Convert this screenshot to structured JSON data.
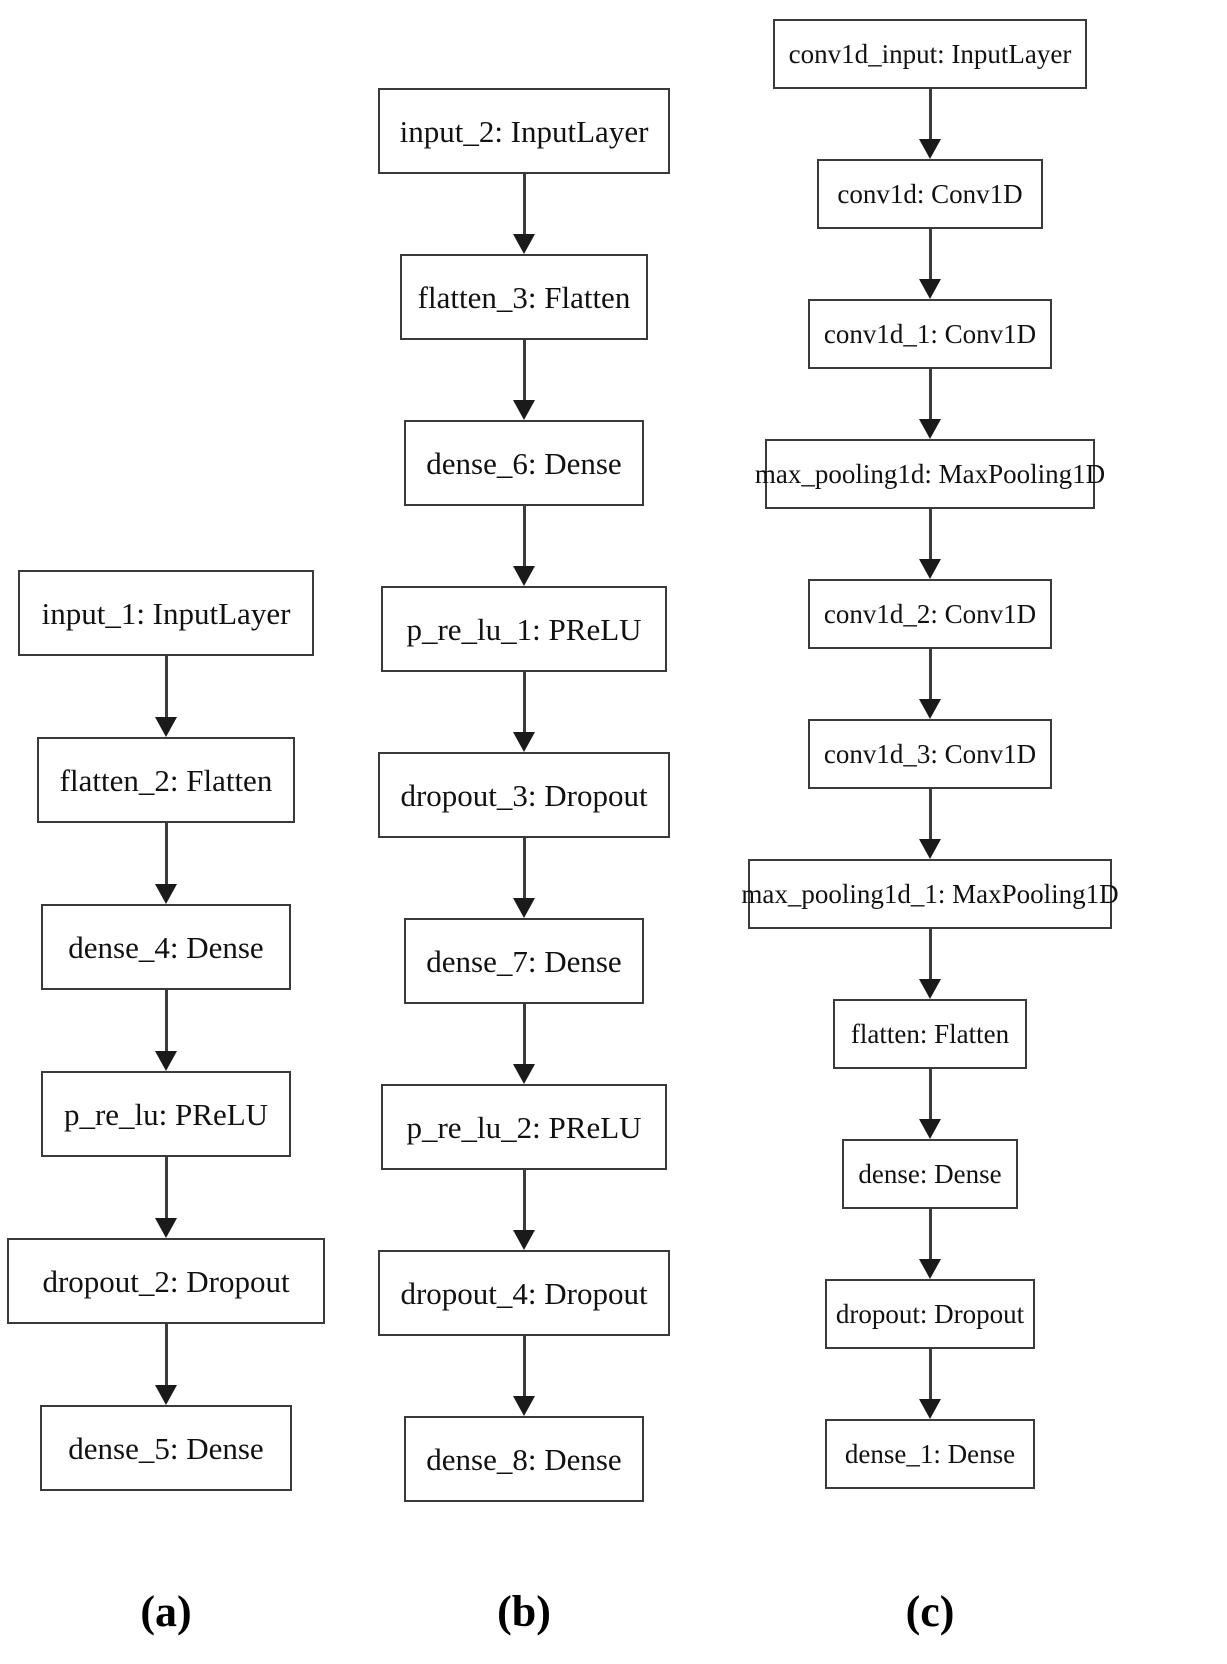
{
  "figure": {
    "type": "neural-network-architecture-diagram",
    "panel_count": 3,
    "background_color": "#ffffff",
    "box_border_color": "#3a3a3a",
    "arrow_color": "#1a1a1a",
    "text_color": "#000000"
  },
  "panels": [
    {
      "id": "a",
      "caption": "(a)",
      "nodes": [
        {
          "label": "input_1: InputLayer",
          "name": "input_1",
          "layer_type": "InputLayer"
        },
        {
          "label": "flatten_2: Flatten",
          "name": "flatten_2",
          "layer_type": "Flatten"
        },
        {
          "label": "dense_4: Dense",
          "name": "dense_4",
          "layer_type": "Dense"
        },
        {
          "label": "p_re_lu: PReLU",
          "name": "p_re_lu",
          "layer_type": "PReLU"
        },
        {
          "label": "dropout_2: Dropout",
          "name": "dropout_2",
          "layer_type": "Dropout"
        },
        {
          "label": "dense_5: Dense",
          "name": "dense_5",
          "layer_type": "Dense"
        }
      ]
    },
    {
      "id": "b",
      "caption": "(b)",
      "nodes": [
        {
          "label": "input_2: InputLayer",
          "name": "input_2",
          "layer_type": "InputLayer"
        },
        {
          "label": "flatten_3: Flatten",
          "name": "flatten_3",
          "layer_type": "Flatten"
        },
        {
          "label": "dense_6: Dense",
          "name": "dense_6",
          "layer_type": "Dense"
        },
        {
          "label": "p_re_lu_1: PReLU",
          "name": "p_re_lu_1",
          "layer_type": "PReLU"
        },
        {
          "label": "dropout_3: Dropout",
          "name": "dropout_3",
          "layer_type": "Dropout"
        },
        {
          "label": "dense_7: Dense",
          "name": "dense_7",
          "layer_type": "Dense"
        },
        {
          "label": "p_re_lu_2: PReLU",
          "name": "p_re_lu_2",
          "layer_type": "PReLU"
        },
        {
          "label": "dropout_4: Dropout",
          "name": "dropout_4",
          "layer_type": "Dropout"
        },
        {
          "label": "dense_8: Dense",
          "name": "dense_8",
          "layer_type": "Dense"
        }
      ]
    },
    {
      "id": "c",
      "caption": "(c)",
      "nodes": [
        {
          "label": "conv1d_input: InputLayer",
          "name": "conv1d_input",
          "layer_type": "InputLayer"
        },
        {
          "label": "conv1d: Conv1D",
          "name": "conv1d",
          "layer_type": "Conv1D"
        },
        {
          "label": "conv1d_1: Conv1D",
          "name": "conv1d_1",
          "layer_type": "Conv1D"
        },
        {
          "label": "max_pooling1d: MaxPooling1D",
          "name": "max_pooling1d",
          "layer_type": "MaxPooling1D"
        },
        {
          "label": "conv1d_2: Conv1D",
          "name": "conv1d_2",
          "layer_type": "Conv1D"
        },
        {
          "label": "conv1d_3: Conv1D",
          "name": "conv1d_3",
          "layer_type": "Conv1D"
        },
        {
          "label": "max_pooling1d_1: MaxPooling1D",
          "name": "max_pooling1d_1",
          "layer_type": "MaxPooling1D"
        },
        {
          "label": "flatten: Flatten",
          "name": "flatten",
          "layer_type": "Flatten"
        },
        {
          "label": "dense: Dense",
          "name": "dense",
          "layer_type": "Dense"
        },
        {
          "label": "dropout: Dropout",
          "name": "dropout",
          "layer_type": "Dropout"
        },
        {
          "label": "dense_1: Dense",
          "name": "dense_1",
          "layer_type": "Dense"
        }
      ]
    }
  ]
}
